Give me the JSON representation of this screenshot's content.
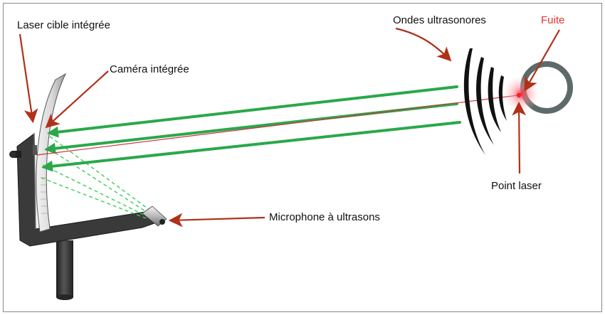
{
  "labels": {
    "laser_cible": "Laser cible intégrée",
    "camera": "Caméra intégrée",
    "ondes": "Ondes ultrasonores",
    "fuite": "Fuite",
    "point_laser": "Point laser",
    "microphone": "Microphone à ultrasons"
  },
  "colors": {
    "arrow": "#b03018",
    "beam_green": "#2aa84a",
    "dashed_green": "#3ccd5a",
    "laser_line": "#d03040",
    "leak_label": "#e0352b",
    "ring": "#5e6a6a",
    "device": "#3a3a3a",
    "frame": "#888888"
  },
  "icons": {
    "leak_glow": "leak-glow-icon",
    "microphone": "microphone-icon",
    "pipe": "pipe-ring-icon",
    "knob": "knob-icon"
  }
}
